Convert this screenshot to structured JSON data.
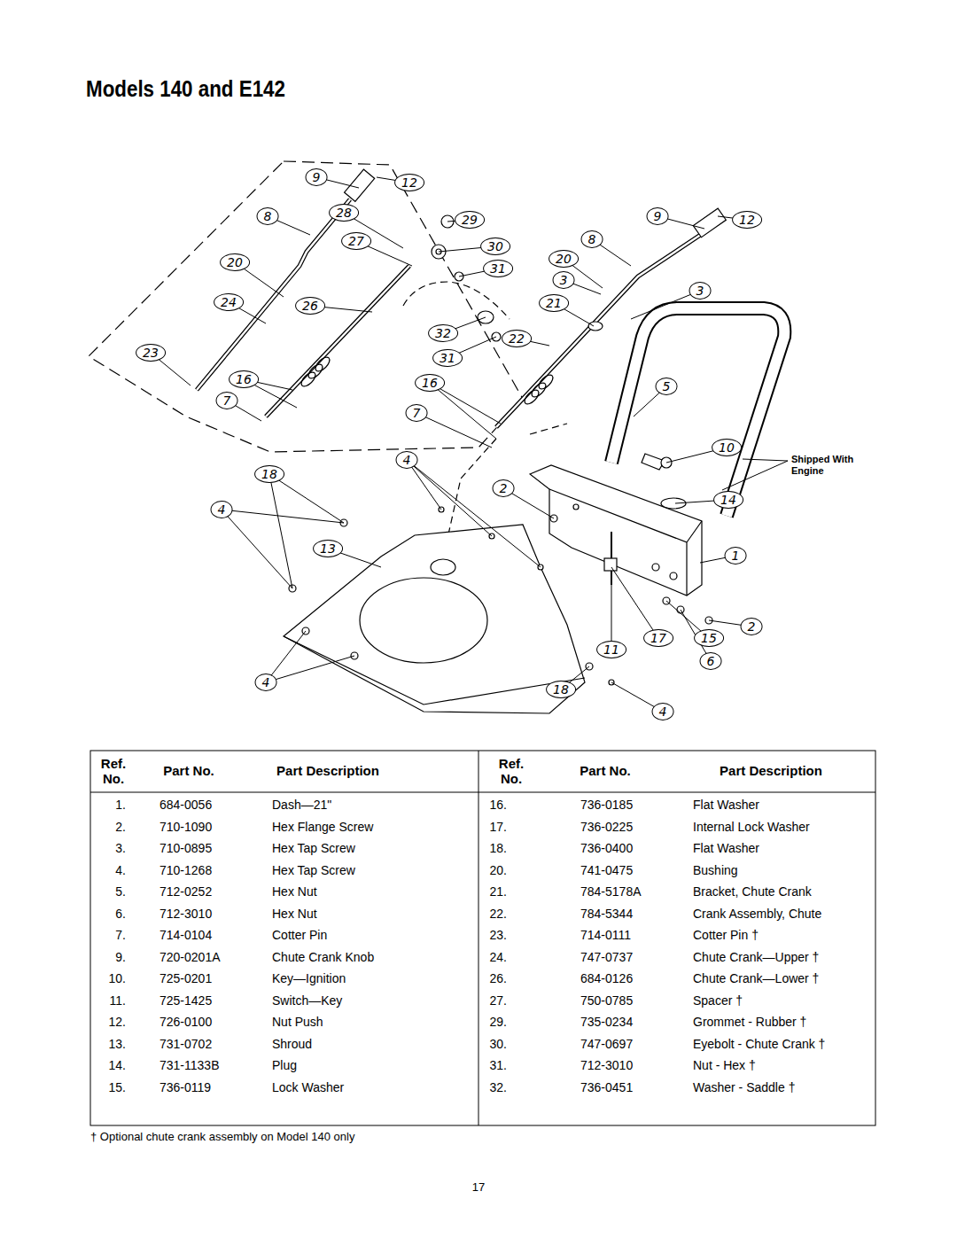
{
  "diagram": {
    "title": "Models 140 and E142",
    "caption": "† Optional chute crank assembly on Model 140 only",
    "labels": [
      "9",
      "12",
      "8",
      "28",
      "29",
      "9",
      "12",
      "27",
      "30",
      "8",
      "20",
      "31",
      "20",
      "3",
      "3",
      "24",
      "26",
      "21",
      "32",
      "22",
      "23",
      "31",
      "16",
      "16",
      "5",
      "7",
      "7",
      "10",
      "Shipped With Engine",
      "4",
      "18",
      "2",
      "14",
      "4",
      "13",
      "1",
      "2",
      "17",
      "15",
      "11",
      "6",
      "4",
      "18",
      "4",
      "Ref. No.",
      "Part No.",
      "Part Description",
      "Ref. No.",
      "Part No.",
      "Part Description",
      "1.",
      "684-0056",
      "Dash—21\"",
      "16.",
      "736-0185",
      "Flat Washer",
      "2.",
      "710-1090",
      "Hex Flange Screw",
      "17.",
      "736-0225",
      "Internal Lock Washer",
      "3.",
      "710-0895",
      "Hex Tap Screw",
      "18.",
      "736-0400",
      "Flat Washer",
      "4.",
      "710-1268",
      "Hex Tap Screw",
      "20.",
      "741-0475",
      "Bushing",
      "5.",
      "712-0252",
      "Hex Nut",
      "21.",
      "784-5178A",
      "Bracket, Chute Crank",
      "6.",
      "712-3010",
      "Hex Nut",
      "22.",
      "784-5344",
      "Crank Assembly, Chute",
      "7.",
      "714-0104",
      "Cotter Pin",
      "23.",
      "714-0111",
      "Cotter Pin †",
      "9.",
      "720-0201A",
      "Chute Crank Knob",
      "24.",
      "747-0737",
      "Chute Crank—Upper †",
      "10.",
      "725-0201",
      "Key—Ignition",
      "26.",
      "684-0126",
      "Chute Crank—Lower †",
      "11.",
      "725-1425",
      "Switch—Key",
      "27.",
      "750-0785",
      "Spacer †",
      "12.",
      "726-0100",
      "Nut Push",
      "29.",
      "735-0234",
      "Grommet - Rubber †",
      "13.",
      "731-0702",
      "Shroud",
      "30.",
      "747-0697",
      "Eyebolt - Chute Crank †",
      "14.",
      "731-1133B",
      "Plug",
      "31.",
      "712-3010",
      "Nut - Hex †",
      "15.",
      "736-0119",
      "Lock Washer",
      "32.",
      "736-0451",
      "Washer - Saddle †",
      "17"
    ]
  }
}
